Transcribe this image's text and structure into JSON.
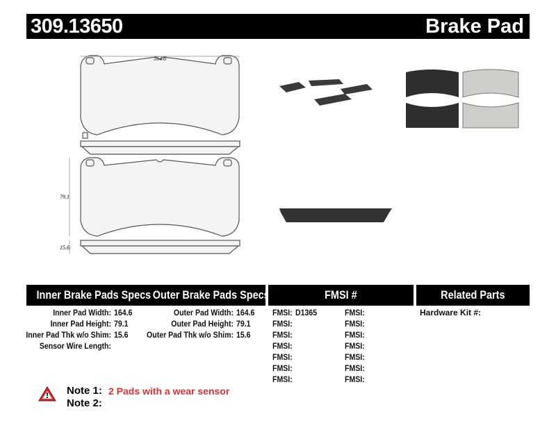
{
  "header": {
    "part_number": "309.13650",
    "product_type": "Brake Pad"
  },
  "drawing": {
    "width_dim": "164.6",
    "height_dim": "79.1",
    "thickness_dim": "15.6"
  },
  "table": {
    "headers": {
      "inner": "Inner Brake Pads Specs",
      "outer": "Outer Brake Pads Specs",
      "fmsi": "FMSI #",
      "related": "Related Parts"
    },
    "inner": [
      {
        "label": "Inner Pad Width:",
        "value": "164.6"
      },
      {
        "label": "Inner Pad Height:",
        "value": "79.1"
      },
      {
        "label": "Inner Pad Thk w/o Shim:",
        "value": "15.6"
      },
      {
        "label": "Sensor Wire Length:",
        "value": ""
      }
    ],
    "outer": [
      {
        "label": "Outer Pad Width:",
        "value": "164.6"
      },
      {
        "label": "Outer Pad Height:",
        "value": "79.1"
      },
      {
        "label": "Outer Pad Thk w/o Shim:",
        "value": "15.6"
      }
    ],
    "fmsi_label": "FMSI:",
    "fmsi_col1": [
      "D1365",
      "",
      "",
      "",
      "",
      "",
      ""
    ],
    "fmsi_col2": [
      "",
      "",
      "",
      "",
      "",
      "",
      ""
    ],
    "related": {
      "hardware_kit_label": "Hardware Kit #:"
    }
  },
  "notes": {
    "note1_label": "Note 1:",
    "note1_text": "2 Pads with a wear sensor",
    "note2_label": "Note 2:",
    "note1_color": "#e03030"
  },
  "icons": {
    "warning": "warning-triangle-icon"
  }
}
